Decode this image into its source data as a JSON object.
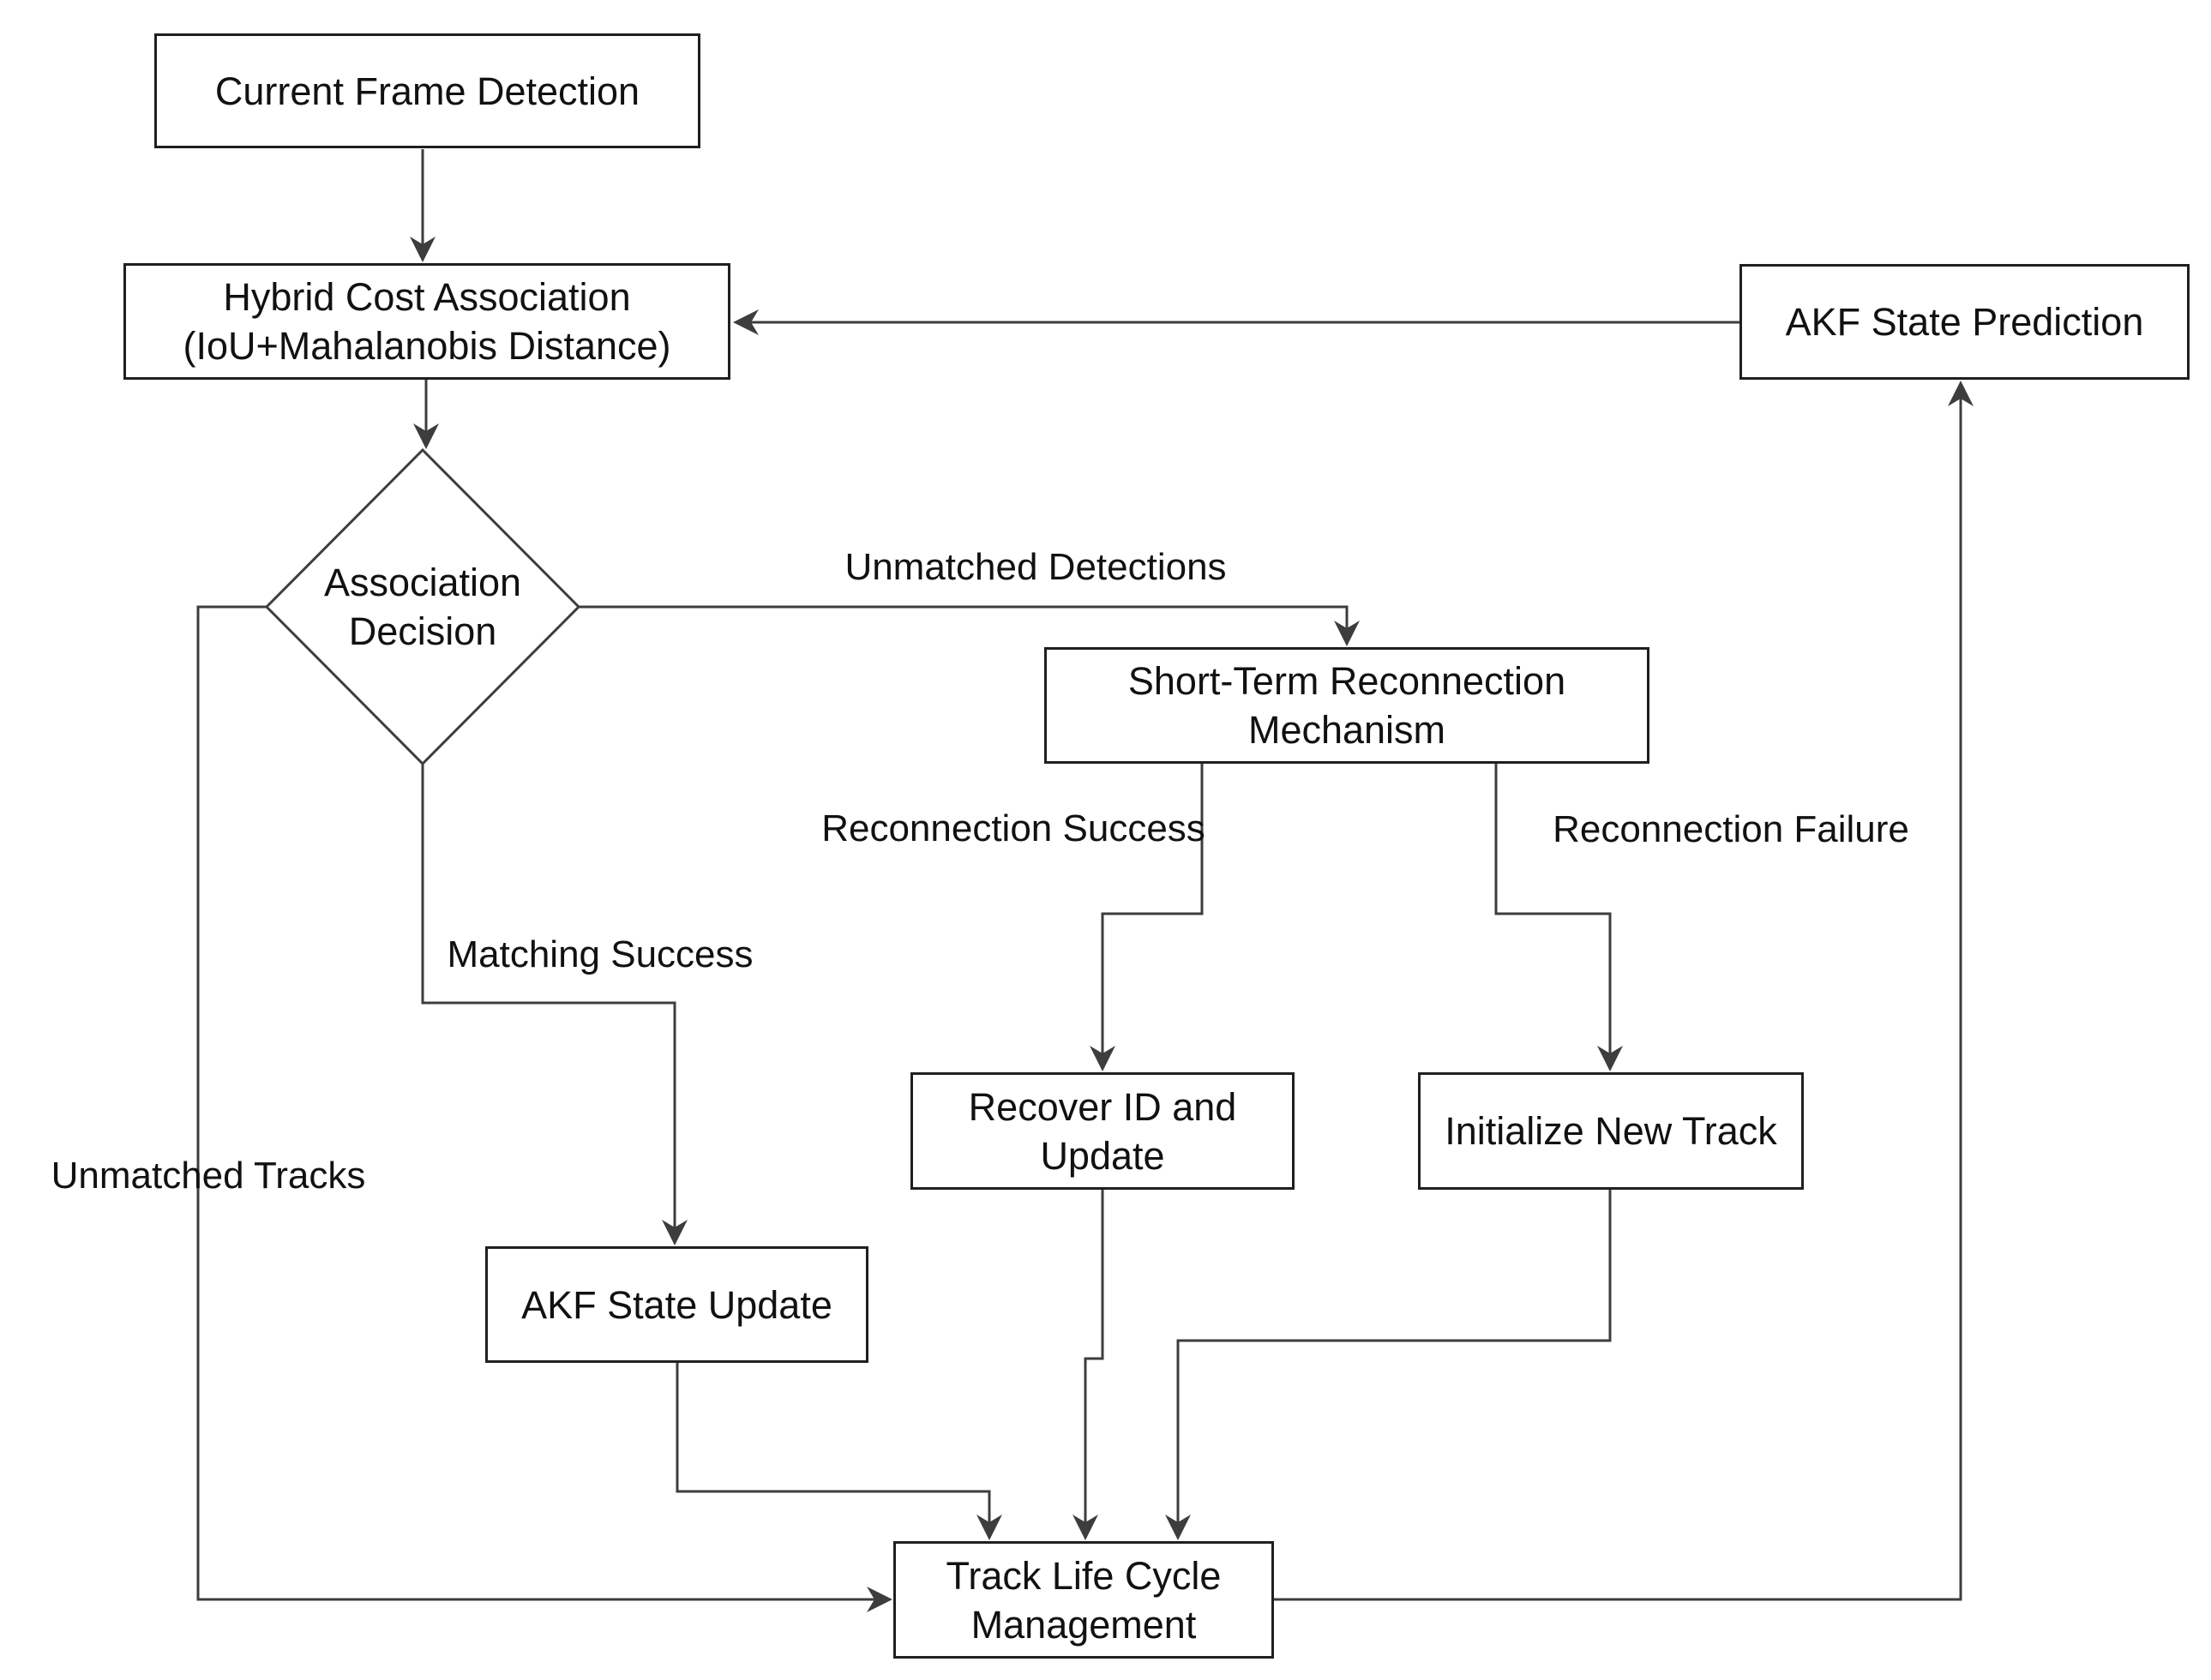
{
  "nodes": {
    "current_frame_detection": {
      "label": "Current Frame Detection"
    },
    "hybrid_cost_association": {
      "label": "Hybrid Cost Association\n(IoU+Mahalanobis Distance)"
    },
    "akf_state_prediction": {
      "label": "AKF State Prediction"
    },
    "association_decision": {
      "label": "Association\nDecision"
    },
    "short_term_reconnection": {
      "label": "Short-Term Reconnection\nMechanism"
    },
    "recover_id_update": {
      "label": "Recover ID and\nUpdate"
    },
    "initialize_new_track": {
      "label": "Initialize New Track"
    },
    "akf_state_update": {
      "label": "AKF State Update"
    },
    "track_life_cycle": {
      "label": "Track Life Cycle\nManagement"
    }
  },
  "edge_labels": {
    "unmatched_detections": "Unmatched Detections",
    "matching_success": "Matching Success",
    "unmatched_tracks": "Unmatched Tracks",
    "reconnection_success": "Reconnection Success",
    "reconnection_failure": "Reconnection Failure"
  },
  "colors": {
    "line": "#3d3d3d",
    "border": "#1f1f1f",
    "text": "#111111",
    "background": "#ffffff"
  }
}
